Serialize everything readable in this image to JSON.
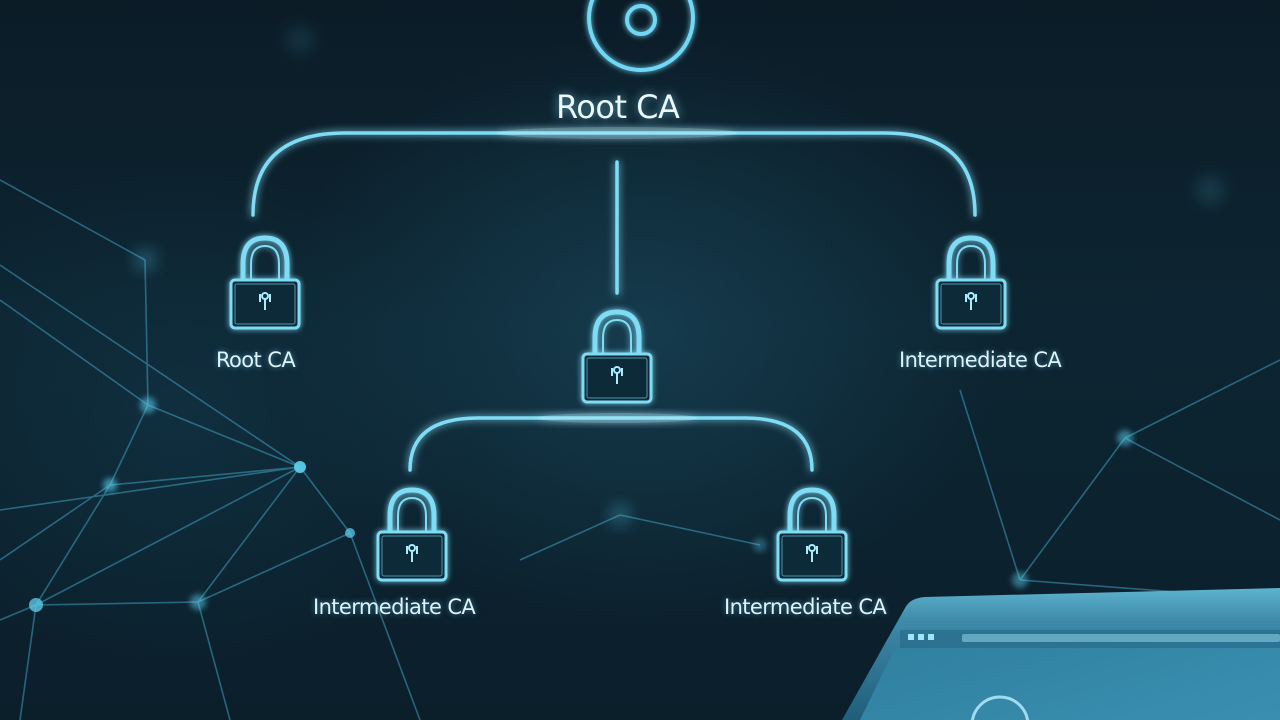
{
  "diagram": {
    "top_label": "Root CA",
    "nodes": [
      {
        "id": "left",
        "label": "Root CA",
        "icon": "padlock-icon"
      },
      {
        "id": "center",
        "label": "",
        "icon": "padlock-icon"
      },
      {
        "id": "right",
        "label": "Intermediate CA",
        "icon": "padlock-icon"
      },
      {
        "id": "bottom-left",
        "label": "Intermediate CA",
        "icon": "padlock-icon"
      },
      {
        "id": "bottom-right",
        "label": "Intermediate CA",
        "icon": "padlock-icon"
      }
    ],
    "top_icon": "target-icon",
    "corner_icon": "browser-window-icon"
  },
  "colors": {
    "glow": "#5fd3f2",
    "line": "#7fdcf5",
    "background": "#0b1f2b",
    "network": "#3f9fbf"
  }
}
